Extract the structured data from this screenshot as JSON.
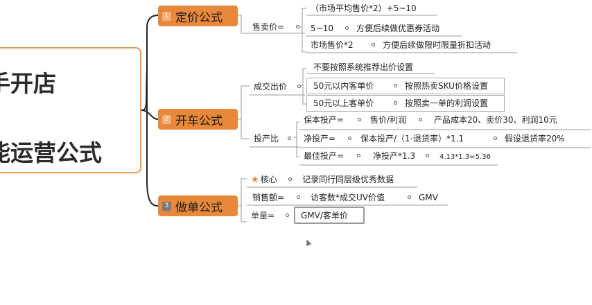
{
  "root": {
    "line1": "手开店",
    "line2": "能运营公式"
  },
  "branches": [
    {
      "num": "1",
      "label": "定价公式"
    },
    {
      "num": "2",
      "label": "开车公式"
    },
    {
      "num": "3",
      "label": "做单公式"
    }
  ],
  "pricing": {
    "label": "售卖价=",
    "rows": [
      "（市场平均售价*2）+5~10",
      "5~10",
      "方便后续做优惠券活动",
      "市场售价*2",
      "方便后续做限时限量折扣活动"
    ]
  },
  "driving": {
    "deal_label": "成交出价",
    "deal_rows": [
      "不要按照系统推荐出价设置",
      "50元以内客单价",
      "按照热卖SKU价格设置",
      "50元以上客单价",
      "按照卖一单的利润设置"
    ],
    "roi_label": "投产比",
    "roi_rows": [
      "保本投产=",
      "售价/利润",
      "产品成本20、卖价30、利润10元",
      "净投产=",
      "保本投产/（1-退货率）*1.1",
      "假设退货率20%",
      "最佳投产=",
      "净投产*1.3",
      "4.13*1.3=5.36"
    ]
  },
  "order": {
    "core_label": "核心",
    "core_text": "记录同行同层级优秀数据",
    "sales_label": "销售额=",
    "sales_expr": "访客数*成交UV价值",
    "sales_result": "GMV",
    "unit_label": "单量=",
    "unit_expr": "GMV/客单价"
  }
}
